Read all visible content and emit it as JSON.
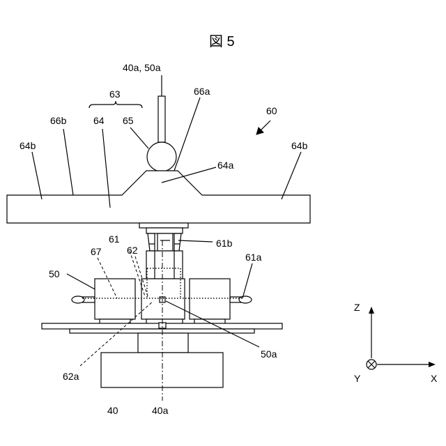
{
  "figure": {
    "title": "図 5"
  },
  "labels": {
    "l_40a_50a": "40a, 50a",
    "l_63": "63",
    "l_66a": "66a",
    "l_60": "60",
    "l_66b": "66b",
    "l_64": "64",
    "l_65": "65",
    "l_64b_left": "64b",
    "l_64b_right": "64b",
    "l_64a": "64a",
    "l_61b": "61b",
    "l_67": "67",
    "l_61": "61",
    "l_62": "62",
    "l_61a": "61a",
    "l_50": "50",
    "l_50a": "50a",
    "l_62a": "62a",
    "l_40": "40",
    "l_40a": "40a"
  },
  "axes": {
    "z": "Z",
    "y": "Y",
    "x": "X"
  }
}
